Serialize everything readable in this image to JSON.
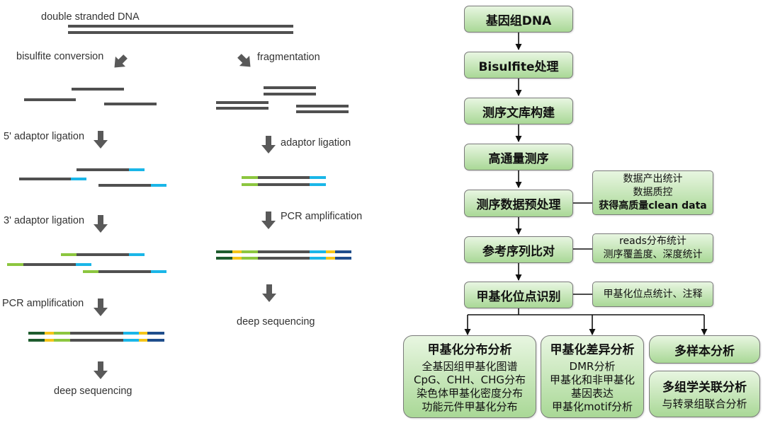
{
  "left_diagram": {
    "title": "double stranded DNA",
    "bisulfite_path": {
      "step1": "bisulfite conversion",
      "step2": "5' adaptor ligation",
      "step3": "3' adaptor ligation",
      "step4": "PCR amplification",
      "final": "deep sequencing"
    },
    "fragment_path": {
      "step1": "fragmentation",
      "step2": "adaptor ligation",
      "step3": "PCR amplification",
      "final": "deep sequencing"
    },
    "colors": {
      "dna": "#505050",
      "adaptor_5": "#8cc63f",
      "adaptor_3": "#1ab6e8",
      "primer_dark_green": "#1e5c2e",
      "primer_yellow": "#f5c518",
      "primer_dark_blue": "#1f4e8c",
      "arrow": "#595959"
    }
  },
  "flowchart": {
    "steps": [
      "基因组DNA",
      "Bisulfite处理",
      "测序文库构建",
      "高通量测序",
      "测序数据预处理",
      "参考序列比对",
      "甲基化位点识别"
    ],
    "side_notes": {
      "preprocess": [
        "数据产出统计",
        "数据质控",
        "获得高质量clean data"
      ],
      "alignment": [
        "reads分布统计",
        "测序覆盖度、深度统计"
      ],
      "calling": [
        "甲基化位点统计、注释"
      ]
    },
    "analyses": {
      "distribution": {
        "title": "甲基化分布分析",
        "items": [
          "全基因组甲基化图谱",
          "CpG、CHH、CHG分布",
          "染色体甲基化密度分布",
          "功能元件甲基化分布"
        ]
      },
      "differential": {
        "title": "甲基化差异分析",
        "items": [
          "DMR分析",
          "甲基化和非甲基化",
          "基因表达",
          "甲基化motif分析"
        ]
      },
      "multi_sample": {
        "title": "多样本分析"
      },
      "multi_omics": {
        "title": "多组学关联分析",
        "items": [
          "与转录组联合分析"
        ]
      }
    },
    "colors": {
      "box_top": "#e8f6e1",
      "box_bottom": "#a9d896",
      "border": "#7a7a7a"
    }
  }
}
